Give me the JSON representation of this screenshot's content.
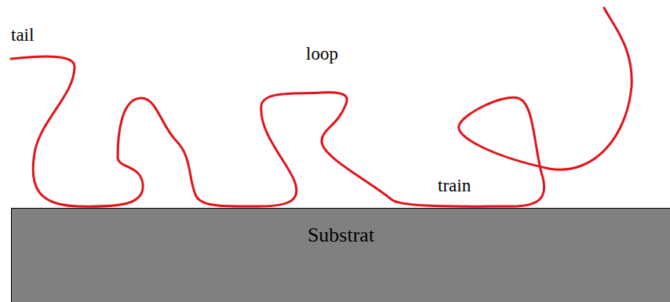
{
  "diagram": {
    "nodes": [
      {
        "text": [
          "Substrat"
        ]
      }
    ],
    "labels": [
      "tail",
      "loop",
      "train"
    ]
  }
}
